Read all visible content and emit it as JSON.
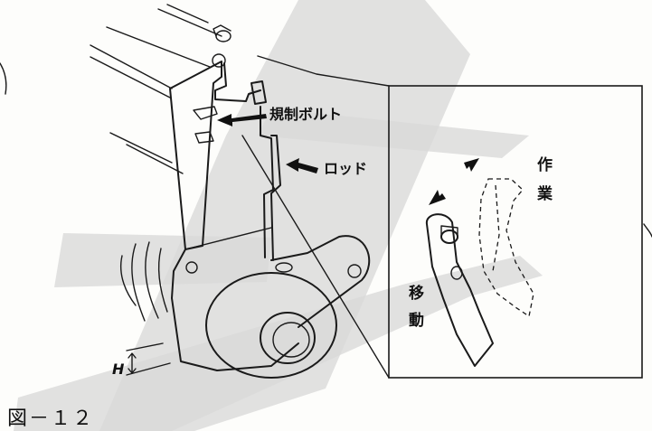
{
  "figure": {
    "caption": "図－１２",
    "labels": {
      "bolt": "規制ボルト",
      "rod": "ロッド",
      "work_1": "作",
      "work_2": "業",
      "move_1": "移",
      "move_2": "動",
      "height": "H"
    },
    "colors": {
      "ink": "#1a1a1a",
      "watermark": "#d9d9d9"
    }
  }
}
